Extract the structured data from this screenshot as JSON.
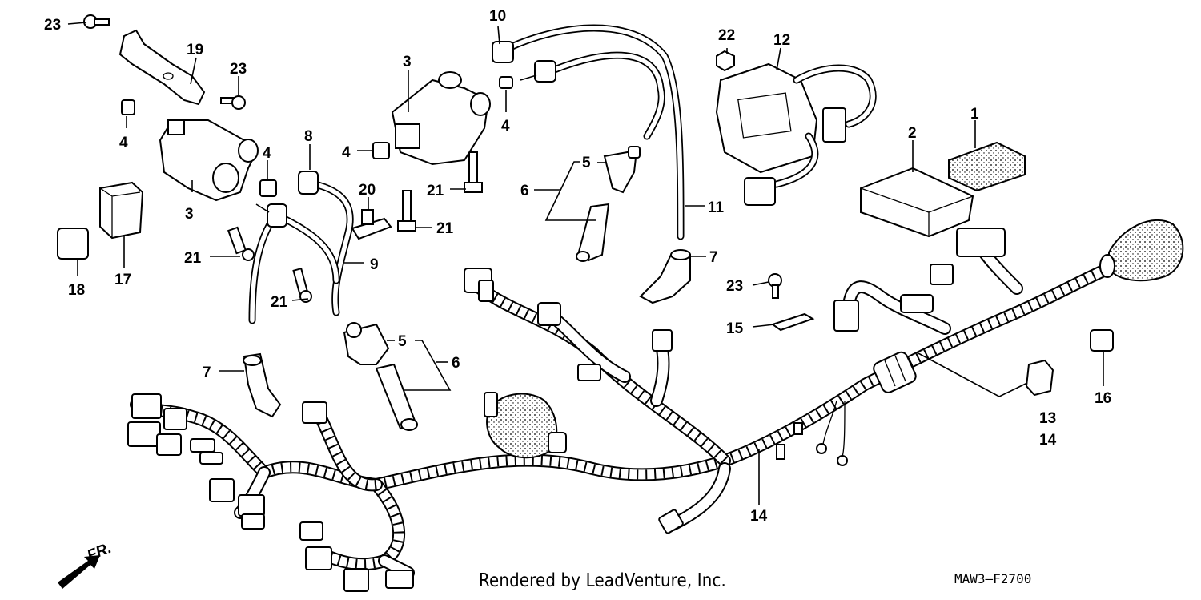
{
  "diagram": {
    "callouts": {
      "c23a": "23",
      "c19": "19",
      "c23b": "23",
      "c4a": "4",
      "c3a": "3",
      "c4b": "4",
      "c8": "8",
      "c17": "17",
      "c18": "18",
      "c21a": "21",
      "c21b": "21",
      "c9": "9",
      "c7a": "7",
      "c10": "10",
      "c3b": "3",
      "c4c": "4",
      "c4d": "4",
      "c20": "20",
      "c21c": "21",
      "c21d": "21",
      "c5a": "5",
      "c6a": "6",
      "c5b": "5",
      "c6b": "6",
      "c11": "11",
      "c7b": "7",
      "c22": "22",
      "c12": "12",
      "c1": "1",
      "c2": "2",
      "c23c": "23",
      "c15": "15",
      "c16": "16",
      "c13": "13",
      "c14a": "14",
      "c14b": "14"
    },
    "direction_label": "FR."
  },
  "footer": {
    "credit": "Rendered by LeadVenture, Inc.",
    "diagram_code": "MAW3–F2700"
  }
}
